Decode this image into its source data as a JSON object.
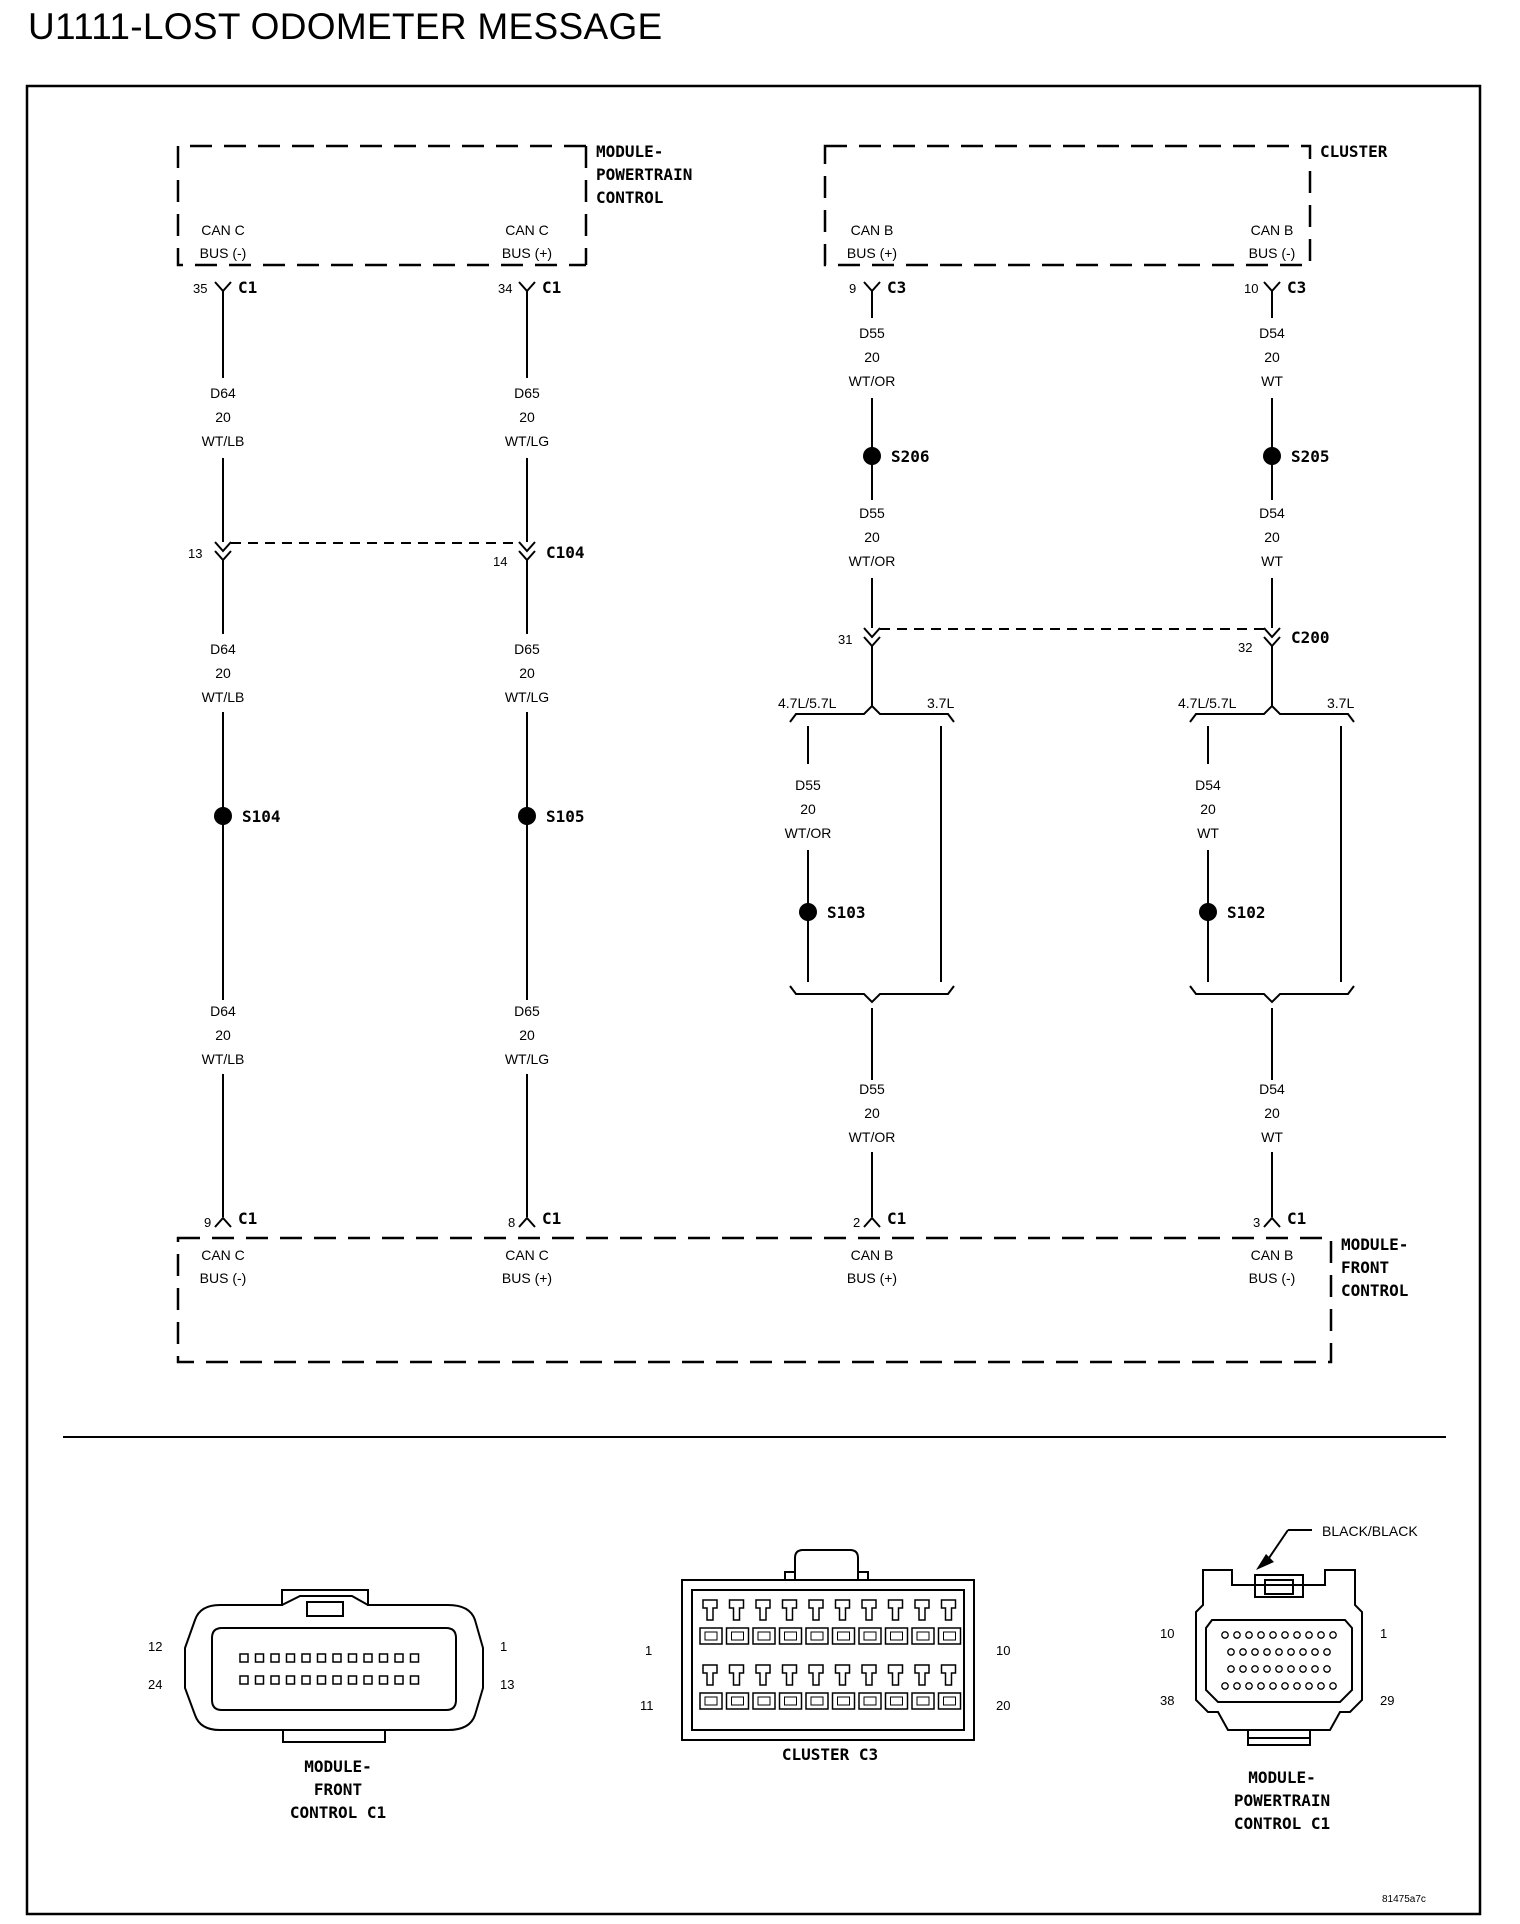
{
  "title": "U1111-LOST ODOMETER MESSAGE",
  "components": {
    "pcm": {
      "line1": "MODULE-",
      "line2": "POWERTRAIN",
      "line3": "CONTROL"
    },
    "cluster": {
      "name": "CLUSTER"
    },
    "fcm": {
      "line1": "MODULE-",
      "line2": "FRONT",
      "line3": "CONTROL"
    }
  },
  "terminals": {
    "can_c": "CAN C",
    "can_b": "CAN B",
    "bus_neg": "BUS (-)",
    "bus_pos": "BUS (+)"
  },
  "wires": {
    "d64": {
      "circuit": "D64",
      "gauge": "20",
      "color": "WT/LB"
    },
    "d65": {
      "circuit": "D65",
      "gauge": "20",
      "color": "WT/LG"
    },
    "d55": {
      "circuit": "D55",
      "gauge": "20",
      "color": "WT/OR"
    },
    "d54": {
      "circuit": "D54",
      "gauge": "20",
      "color": "WT"
    }
  },
  "connectors": {
    "c1": "C1",
    "c3": "C3",
    "c104": "C104",
    "c200": "C200"
  },
  "pins": {
    "p35": "35",
    "p34": "34",
    "p9": "9",
    "p10": "10",
    "p13": "13",
    "p14": "14",
    "p31": "31",
    "p32": "32",
    "p8": "8",
    "p2": "2",
    "p3": "3"
  },
  "splices": {
    "s206": "S206",
    "s205": "S205",
    "s104": "S104",
    "s105": "S105",
    "s103": "S103",
    "s102": "S102"
  },
  "engine_options": {
    "v8": "4.7L/5.7L",
    "v6": "3.7L"
  },
  "connector_views": {
    "fcm_c1": {
      "line1": "MODULE-",
      "line2": "FRONT",
      "line3": "CONTROL C1",
      "pins": [
        "12",
        "24",
        "1",
        "13"
      ]
    },
    "cluster_c3": {
      "name": "CLUSTER C3",
      "pins": [
        "1",
        "11",
        "10",
        "20"
      ]
    },
    "pcm_c1": {
      "line1": "MODULE-",
      "line2": "POWERTRAIN",
      "line3": "CONTROL C1",
      "callout": "BLACK/BLACK",
      "pins": [
        "10",
        "38",
        "1",
        "29"
      ]
    }
  },
  "figure_id": "81475a7c"
}
